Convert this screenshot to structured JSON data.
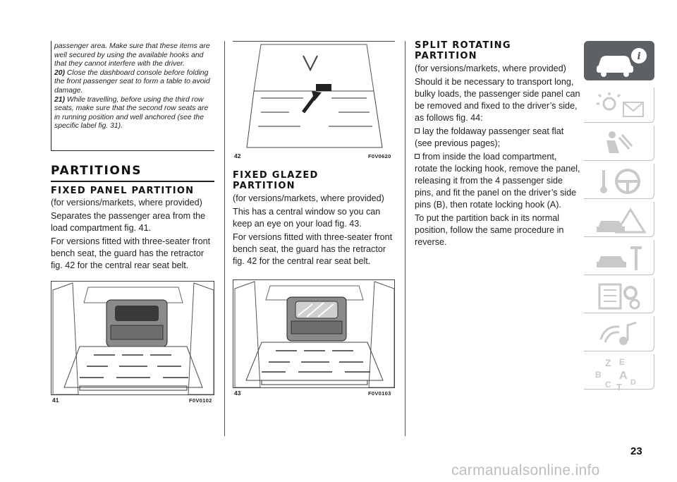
{
  "notes": {
    "cont": "passenger area. Make sure that these items are well secured by using the available hooks and that they cannot interfere with the driver.",
    "n20_num": "20)",
    "n20": "Close the dashboard console before folding the front passenger seat to form a table to avoid damage.",
    "n21_num": "21)",
    "n21": "While travelling, before using the third row seats, make sure that the second row seats are in running position and well anchored (see the specific label fig. 31)."
  },
  "partitions": {
    "title": "PARTITIONS",
    "fixed_panel": {
      "title": "FIXED PANEL PARTITION",
      "p1": "(for versions/markets, where provided)",
      "p2": "Separates the passenger area from the load compartment fig. 41.",
      "p3": "For versions fitted with three-seater front bench seat, the guard has the retractor fig. 42 for the central rear seat belt."
    },
    "fixed_glazed": {
      "title_l1": "FIXED GLAZED",
      "title_l2": "PARTITION",
      "p1": "(for versions/markets, where provided)",
      "p2": "This has a central window so you can keep an eye on your load fig. 43.",
      "p3": "For versions fitted with three-seater front bench seat, the guard has the retractor fig. 42 for the central rear seat belt."
    },
    "split_rotating": {
      "title_l1": "SPLIT ROTATING",
      "title_l2": "PARTITION",
      "p1": "(for versions/markets, where provided)",
      "p2": "Should it be necessary to transport long, bulky loads, the passenger side panel can be removed and fixed to the driver’s side, as follows fig. 44:",
      "b1": "lay the foldaway passenger seat flat (see previous pages);",
      "b2": "from inside the load compartment, rotate the locking hook, remove the panel, releasing it from the 4 passenger side pins, and fit the panel on the driver’s side pins (B), then rotate locking hook (A).",
      "p3": "To put the partition back in its normal position, follow the same procedure in reverse."
    }
  },
  "figures": {
    "f41": {
      "num": "41",
      "code": "F0V0102"
    },
    "f42": {
      "num": "42",
      "code": "F0V0620"
    },
    "f43": {
      "num": "43",
      "code": "F0V0103"
    }
  },
  "sidebar": {
    "tabs": [
      {
        "icon": "car-info-icon",
        "active": true
      },
      {
        "icon": "dashboard-lights-icon",
        "active": false
      },
      {
        "icon": "safety-airbag-icon",
        "active": false
      },
      {
        "icon": "steering-key-icon",
        "active": false
      },
      {
        "icon": "emergency-icon",
        "active": false
      },
      {
        "icon": "maintenance-icon",
        "active": false
      },
      {
        "icon": "technical-data-icon",
        "active": false
      },
      {
        "icon": "multimedia-icon",
        "active": false
      },
      {
        "icon": "index-icon",
        "active": false
      }
    ],
    "index_letters": [
      "Z",
      "E",
      "B",
      "A",
      "D",
      "C",
      "T"
    ]
  },
  "page_number": "23",
  "watermark": "carmanualsonline.info"
}
